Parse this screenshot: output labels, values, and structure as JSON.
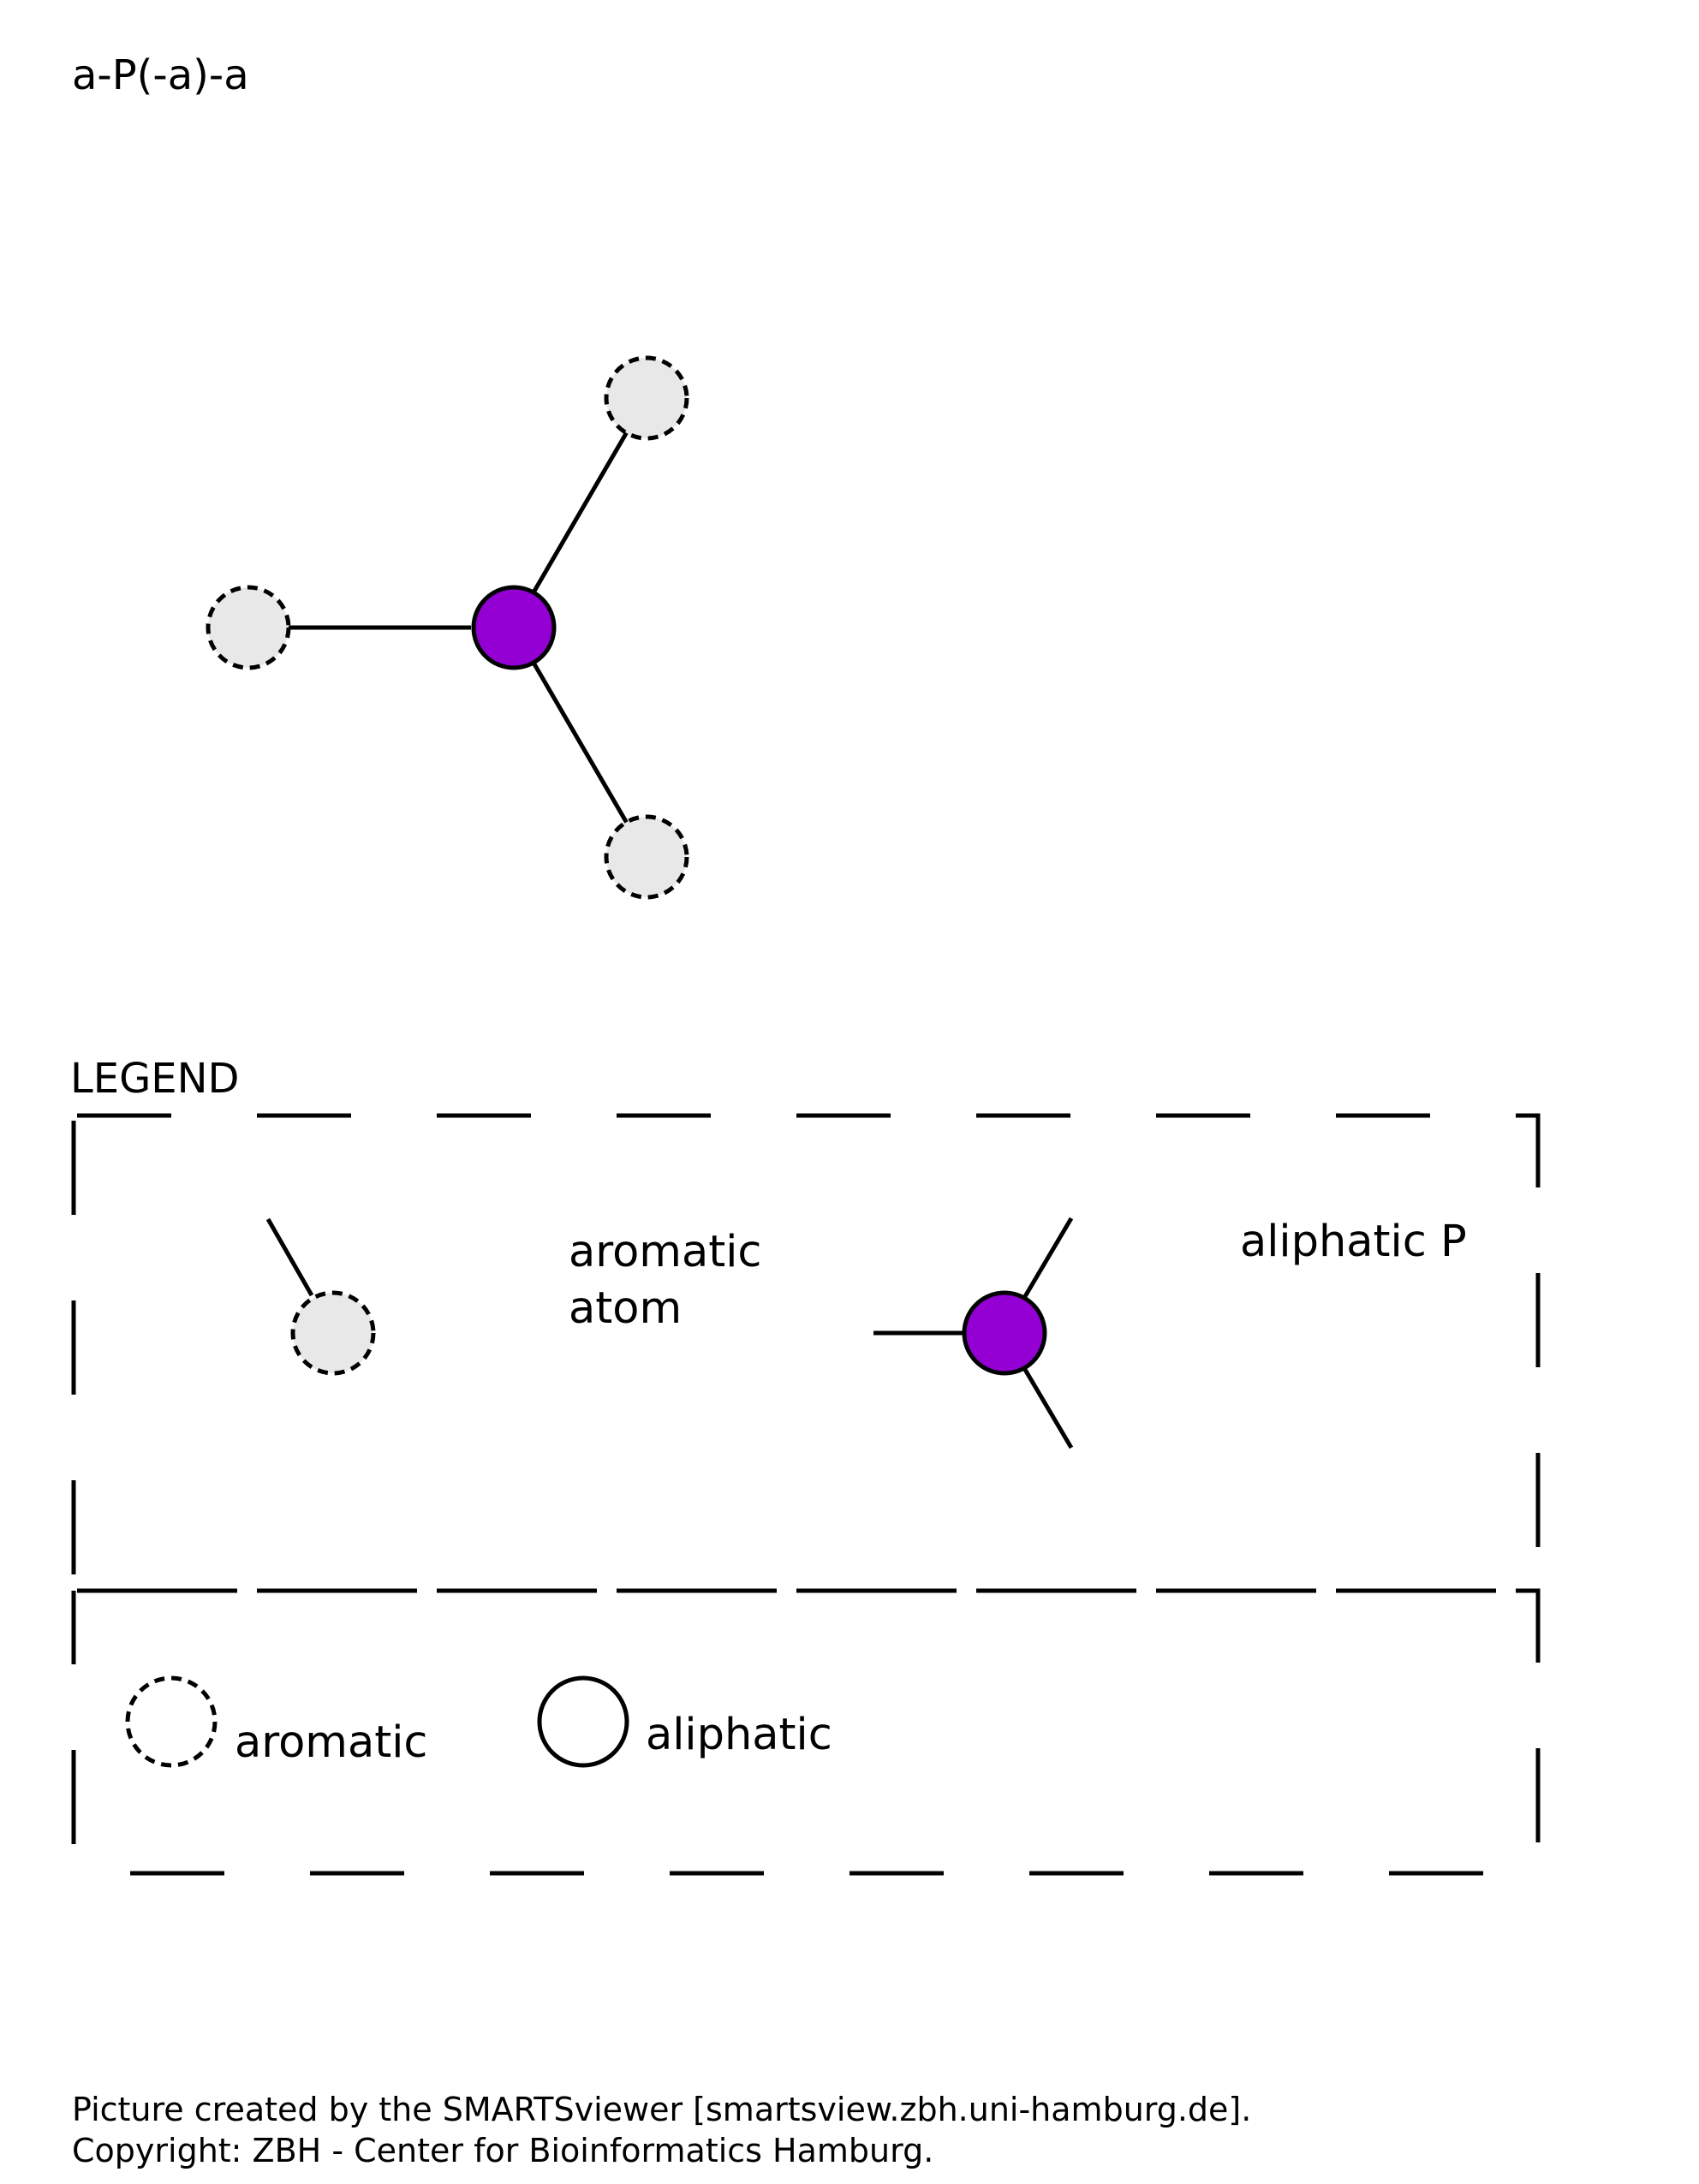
{
  "diagram": {
    "smarts": "a-P(-a)-a",
    "colors": {
      "phosphorus": "#9400D3",
      "aromatic_fill": "#E8E8E8",
      "line": "#000000"
    }
  },
  "legend": {
    "title": "LEGEND",
    "entries": [
      {
        "symbol": "aromatic-atom-icon",
        "label_line1": "aromatic",
        "label_line2": "atom"
      },
      {
        "symbol": "aliphatic-p-icon",
        "label": "aliphatic P"
      }
    ],
    "key": {
      "aromatic": "aromatic",
      "aliphatic": "aliphatic"
    }
  },
  "footer": {
    "line1": "Picture created by the SMARTSviewer [smartsview.zbh.uni-hamburg.de].",
    "line2": "Copyright: ZBH - Center for Bioinformatics Hamburg."
  }
}
